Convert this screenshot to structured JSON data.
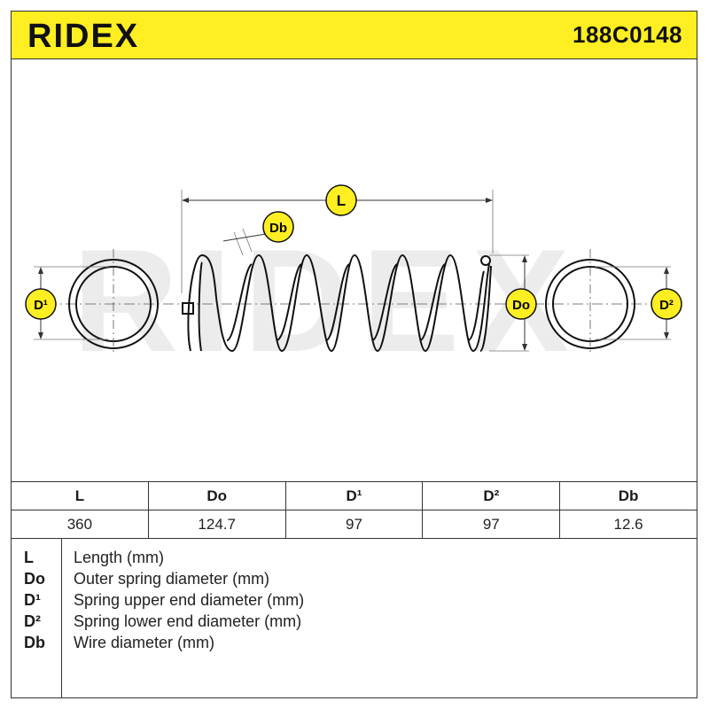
{
  "header": {
    "brand": "RIDEX",
    "part_number": "188C0148",
    "background_color": "#ffee22"
  },
  "drawing": {
    "watermark": "RIDEX",
    "labels": {
      "length": "L",
      "wire": "Db",
      "outer": "Do",
      "upper_end": "D¹",
      "lower_end": "D²"
    },
    "label_badge_color": "#ffee22"
  },
  "table": {
    "headers": [
      "L",
      "Do",
      "D¹",
      "D²",
      "Db"
    ],
    "values": [
      "360",
      "124.7",
      "97",
      "97",
      "12.6"
    ]
  },
  "legend": [
    {
      "key": "L",
      "desc": "Length (mm)"
    },
    {
      "key": "Do",
      "desc": "Outer spring diameter (mm)"
    },
    {
      "key": "D¹",
      "desc": "Spring upper end diameter (mm)"
    },
    {
      "key": "D²",
      "desc": "Spring lower end diameter (mm)"
    },
    {
      "key": "Db",
      "desc": "Wire diameter (mm)"
    }
  ]
}
